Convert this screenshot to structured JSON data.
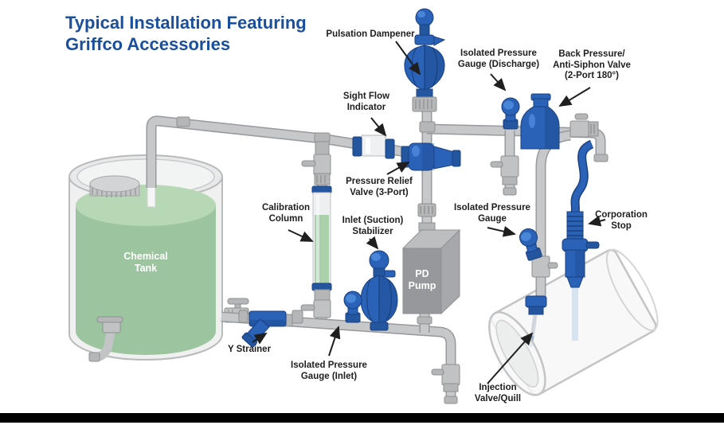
{
  "title": {
    "text": "Typical Installation Featuring\nGriffco Accessories"
  },
  "diagram": {
    "labels": {
      "pulsation_dampener": "Pulsation Dampener",
      "sight_flow_indicator": "Sight Flow\nIndicator",
      "isolated_pressure_gauge_discharge": "Isolated Pressure\nGauge (Discharge)",
      "back_pressure_anti_siphon_valve": "Back Pressure/\nAnti-Siphon Valve\n(2-Port 180°)",
      "pressure_relief_valve": "Pressure Relief\nValve (3-Port)",
      "calibration_column": "Calibration\nColumn",
      "inlet_suction_stabilizer": "Inlet (Suction)\nStabilizer",
      "isolated_pressure_gauge": "Isolated Pressure\nGauge",
      "corporation_stop": "Corporation\nStop",
      "chemical_tank": "Chemical\nTank",
      "pd_pump": "PD\nPump",
      "y_strainer": "Y Strainer",
      "isolated_pressure_gauge_inlet": "Isolated Pressure\nGauge (Inlet)",
      "injection_valve_quill": "Injection\nValve/Quill"
    },
    "colors": {
      "title_blue": "#1a4f9e",
      "component_blue": "#2a62b8",
      "pipe_gray": "#c6c8ca",
      "tank_green": "#9cc49e",
      "liquid_surface_green": "#b7d8b4",
      "pump_gray": "#96989b",
      "label_text": "#1e1e1e",
      "background": "#ffffff",
      "footer_bar": "#000000"
    }
  }
}
